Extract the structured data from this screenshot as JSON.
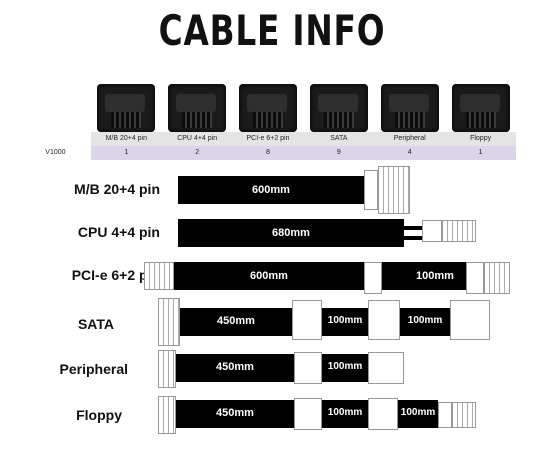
{
  "title": "CABLE INFO",
  "table": {
    "headers": [
      "",
      "M/B 20+4 pin",
      "CPU 4+4 pin",
      "PCI-e 6+2 pin",
      "SATA",
      "Peripheral",
      "Floppy"
    ],
    "counts": [
      "V1000",
      "1",
      "2",
      "8",
      "9",
      "4",
      "1"
    ]
  },
  "cables": [
    {
      "name": "M/B 20+4 pin",
      "segments": [
        "600mm"
      ]
    },
    {
      "name": "CPU 4+4 pin",
      "segments": [
        "680mm"
      ]
    },
    {
      "name": "PCI-e 6+2 pin",
      "segments": [
        "600mm",
        "100mm"
      ]
    },
    {
      "name": "SATA",
      "segments": [
        "450mm",
        "100mm",
        "100mm"
      ]
    },
    {
      "name": "Peripheral",
      "segments": [
        "450mm",
        "100mm"
      ]
    },
    {
      "name": "Floppy",
      "segments": [
        "450mm",
        "100mm",
        "100mm"
      ]
    }
  ]
}
